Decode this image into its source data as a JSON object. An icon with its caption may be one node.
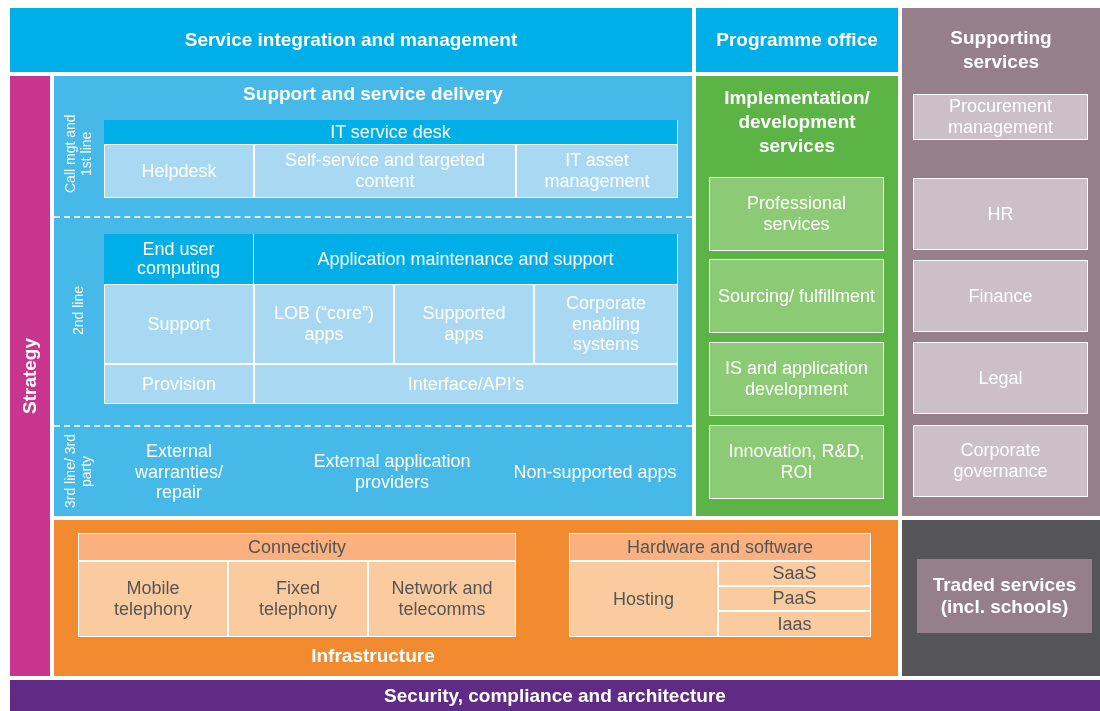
{
  "diagram": {
    "nodes": [
      {
        "text": [
          "Service integration and management"
        ]
      },
      {
        "text": [
          "Programme office"
        ]
      },
      {
        "text": [
          "Supporting services"
        ]
      },
      {
        "text": [
          "Strategy"
        ]
      },
      {
        "text": [
          "Support and service delivery"
        ]
      },
      {
        "text": [
          "Call mgt and 1st line"
        ],
        "in": 4
      },
      {
        "text": [
          "IT service desk"
        ],
        "in": 4
      },
      {
        "text": [
          "Helpdesk"
        ],
        "in": 4
      },
      {
        "text": [
          "Self-service and targeted content"
        ],
        "in": 4
      },
      {
        "text": [
          "IT asset management"
        ],
        "in": 4
      },
      {
        "text": [
          "2nd line"
        ],
        "in": 4
      },
      {
        "text": [
          "End user computing"
        ],
        "in": 4
      },
      {
        "text": [
          "Application maintenance and support"
        ],
        "in": 4
      },
      {
        "text": [
          "Support"
        ],
        "in": 4
      },
      {
        "text": [
          "LOB (“core”) apps"
        ],
        "in": 4
      },
      {
        "text": [
          "Supported apps"
        ],
        "in": 4
      },
      {
        "text": [
          "Corporate enabling systems"
        ],
        "in": 4
      },
      {
        "text": [
          "Provision"
        ],
        "in": 4
      },
      {
        "text": [
          "Interface/API’s"
        ],
        "in": 4
      },
      {
        "text": [
          "3rd line/ 3rd party"
        ],
        "in": 4
      },
      {
        "text": [
          "External warranties/ repair"
        ],
        "in": 4
      },
      {
        "text": [
          "External application providers"
        ],
        "in": 4
      },
      {
        "text": [
          "Non-supported apps"
        ],
        "in": 4
      },
      {
        "text": [
          "Implementation/ development services"
        ]
      },
      {
        "text": [
          "Professional services"
        ],
        "in": 23
      },
      {
        "text": [
          "Sourcing/ fulfillment"
        ],
        "in": 23
      },
      {
        "text": [
          "IS and application development"
        ],
        "in": 23
      },
      {
        "text": [
          "Innovation, R&D, ROI"
        ],
        "in": 23
      },
      {
        "text": [
          "Procurement management"
        ],
        "in": 2
      },
      {
        "text": [
          "HR"
        ],
        "in": 2
      },
      {
        "text": [
          "Finance"
        ],
        "in": 2
      },
      {
        "text": [
          "Legal"
        ],
        "in": 2
      },
      {
        "text": [
          "Corporate governance"
        ],
        "in": 2
      },
      {
        "text": [
          "Infrastructure"
        ]
      },
      {
        "text": [
          "Connectivity"
        ],
        "in": 33
      },
      {
        "text": [
          "Mobile telephony"
        ],
        "in": 33
      },
      {
        "text": [
          "Fixed telephony"
        ],
        "in": 33
      },
      {
        "text": [
          "Network and telecomms"
        ],
        "in": 33
      },
      {
        "text": [
          "Hardware and software"
        ],
        "in": 33
      },
      {
        "text": [
          "Hosting"
        ],
        "in": 33
      },
      {
        "text": [
          "SaaS"
        ],
        "in": 33
      },
      {
        "text": [
          "PaaS"
        ],
        "in": 33
      },
      {
        "text": [
          "Iaas"
        ],
        "in": 33
      },
      {
        "text": [],
        "shape": "box"
      },
      {
        "text": [
          "Traded services (incl. schools)"
        ],
        "in": 43
      },
      {
        "text": [
          "Security, compliance and architecture"
        ]
      }
    ]
  }
}
